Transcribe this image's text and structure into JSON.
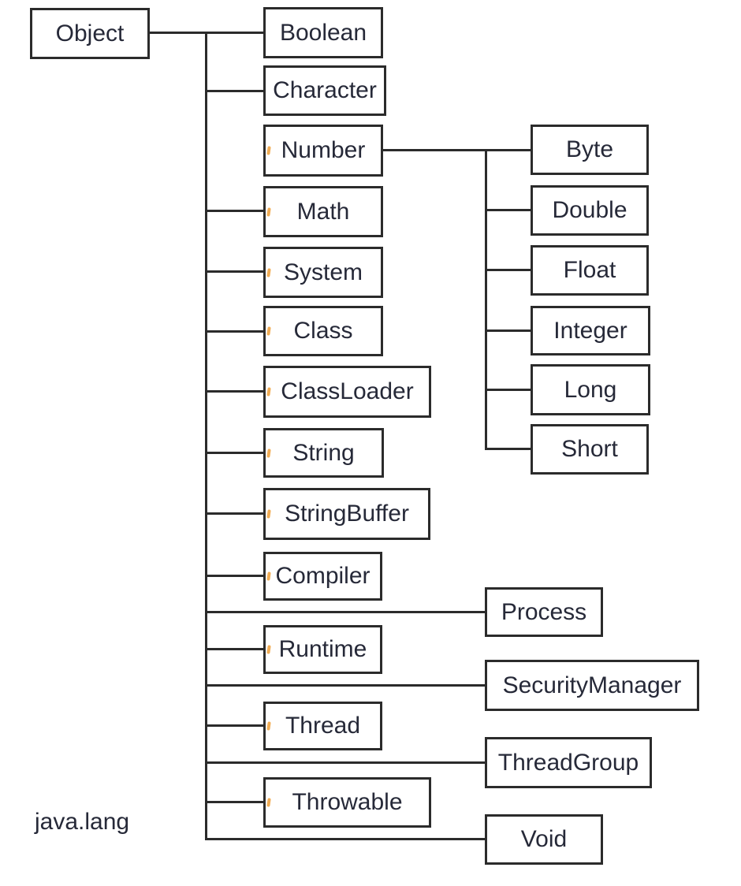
{
  "package_label": "java.lang",
  "nodes": {
    "object": {
      "label": "Object"
    },
    "boolean": {
      "label": "Boolean"
    },
    "character": {
      "label": "Character"
    },
    "number": {
      "label": "Number"
    },
    "math": {
      "label": "Math"
    },
    "system": {
      "label": "System"
    },
    "class": {
      "label": "Class"
    },
    "classloader": {
      "label": "ClassLoader"
    },
    "string": {
      "label": "String"
    },
    "stringbuffer": {
      "label": "StringBuffer"
    },
    "compiler": {
      "label": "Compiler"
    },
    "process": {
      "label": "Process"
    },
    "runtime": {
      "label": "Runtime"
    },
    "securitymanager": {
      "label": "SecurityManager"
    },
    "thread": {
      "label": "Thread"
    },
    "threadgroup": {
      "label": "ThreadGroup"
    },
    "throwable": {
      "label": "Throwable"
    },
    "void": {
      "label": "Void"
    },
    "byte": {
      "label": "Byte"
    },
    "double": {
      "label": "Double"
    },
    "float": {
      "label": "Float"
    },
    "integer": {
      "label": "Integer"
    },
    "long": {
      "label": "Long"
    },
    "short": {
      "label": "Short"
    }
  },
  "hierarchy": {
    "root": "Object",
    "children_of_object": [
      "Boolean",
      "Character",
      "Number",
      "Math",
      "System",
      "Class",
      "ClassLoader",
      "String",
      "StringBuffer",
      "Compiler",
      "Process",
      "Runtime",
      "SecurityManager",
      "Thread",
      "ThreadGroup",
      "Throwable",
      "Void"
    ],
    "children_of_number": [
      "Byte",
      "Double",
      "Float",
      "Integer",
      "Long",
      "Short"
    ]
  },
  "colors": {
    "background": "#ffffff",
    "line": "#2b2b2b",
    "text": "#262938",
    "bullet_tick": "#f0a443"
  }
}
